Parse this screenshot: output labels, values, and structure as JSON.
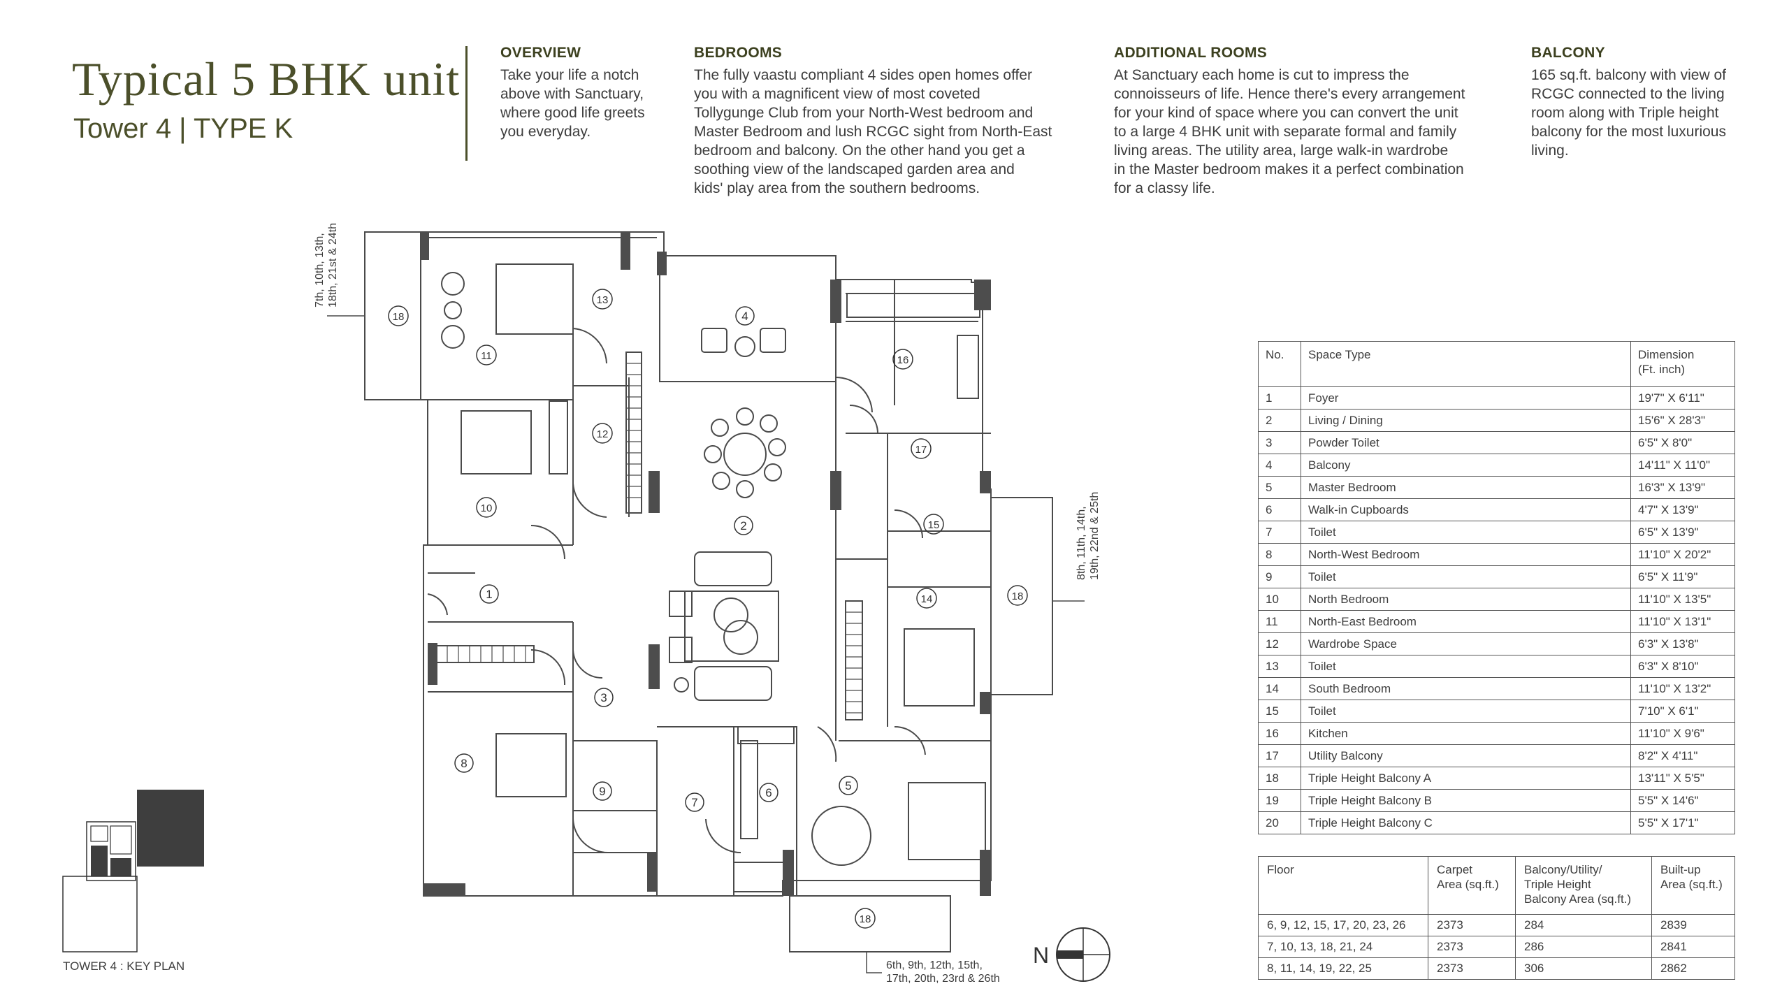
{
  "header": {
    "title": "Typical 5 BHK unit",
    "subtitle": "Tower 4 | TYPE K"
  },
  "sections": {
    "overview": {
      "title": "OVERVIEW",
      "lines": [
        "Take your life a notch",
        "above with Sanctuary,",
        "where good life greets",
        "you everyday."
      ]
    },
    "bedrooms": {
      "title": "BEDROOMS",
      "lines": [
        "The fully vaastu compliant 4 sides open homes offer",
        "you with a magnificent view of most coveted",
        "Tollygunge Club from your North-West bedroom and",
        "Master Bedroom and lush RCGC sight from North-East",
        "bedroom and balcony. On the other hand you get a",
        "soothing view of the landscaped garden area and",
        "kids' play area from the southern bedrooms."
      ]
    },
    "additional": {
      "title": "ADDITIONAL ROOMS",
      "lines": [
        "At Sanctuary each home is cut to impress the",
        "connoisseurs of life. Hence there's every arrangement",
        "for your kind of space where you can convert the unit",
        "to a large 4 BHK unit with separate formal and family",
        "living areas. The utility area, large walk-in wardrobe",
        "in the Master bedroom makes it a perfect combination",
        "for a classy life."
      ]
    },
    "balcony": {
      "title": "BALCONY",
      "lines": [
        "165 sq.ft. balcony with view of",
        "RCGC connected to the living",
        "room along with Triple height",
        "balcony for the most luxurious",
        "living."
      ]
    }
  },
  "floor_notes": {
    "left": [
      "7th, 10th, 13th,",
      "18th, 21st & 24th"
    ],
    "right": [
      "8th, 11th, 14th,",
      "19th, 22nd & 25th"
    ],
    "bottom": [
      "6th, 9th, 12th, 15th,",
      "17th, 20th, 23rd & 26th"
    ]
  },
  "rooms": [
    "1",
    "2",
    "3",
    "4",
    "5",
    "6",
    "7",
    "8",
    "9",
    "10",
    "11",
    "12",
    "13",
    "14",
    "15",
    "16",
    "17",
    "18"
  ],
  "room_labels": {
    "r1": "1",
    "r2": "2",
    "r3": "3",
    "r4": "4",
    "r5": "5",
    "r6": "6",
    "r7": "7",
    "r8": "8",
    "r9": "9",
    "r10": "10",
    "r11": "11",
    "r12": "12",
    "r13": "13",
    "r14": "14",
    "r15": "15",
    "r16": "16",
    "r17": "17",
    "r18a": "18",
    "r18b": "18",
    "r18c": "18"
  },
  "space_table": {
    "headers": {
      "no": "No.",
      "type": "Space Type",
      "dim1": "Dimension",
      "dim2": "(Ft. inch)"
    },
    "rows": [
      {
        "no": "1",
        "type": "Foyer",
        "dim": "19'7\" X 6'11\""
      },
      {
        "no": "2",
        "type": "Living / Dining",
        "dim": "15'6\" X 28'3\""
      },
      {
        "no": "3",
        "type": "Powder Toilet",
        "dim": "6'5\" X 8'0\""
      },
      {
        "no": "4",
        "type": "Balcony",
        "dim": "14'11\" X 11'0\""
      },
      {
        "no": "5",
        "type": "Master Bedroom",
        "dim": "16'3\" X 13'9\""
      },
      {
        "no": "6",
        "type": "Walk-in Cupboards",
        "dim": "4'7\" X 13'9\""
      },
      {
        "no": "7",
        "type": "Toilet",
        "dim": "6'5\" X 13'9\""
      },
      {
        "no": "8",
        "type": "North-West Bedroom",
        "dim": "11'10\" X 20'2\""
      },
      {
        "no": "9",
        "type": "Toilet",
        "dim": "6'5\" X 11'9\""
      },
      {
        "no": "10",
        "type": "North Bedroom",
        "dim": "11'10\" X 13'5\""
      },
      {
        "no": "11",
        "type": "North-East Bedroom",
        "dim": "11'10\" X 13'1\""
      },
      {
        "no": "12",
        "type": "Wardrobe Space",
        "dim": "6'3\" X 13'8\""
      },
      {
        "no": "13",
        "type": "Toilet",
        "dim": "6'3\" X 8'10\""
      },
      {
        "no": "14",
        "type": "South Bedroom",
        "dim": "11'10\" X 13'2\""
      },
      {
        "no": "15",
        "type": "Toilet",
        "dim": "7'10\" X 6'1\""
      },
      {
        "no": "16",
        "type": "Kitchen",
        "dim": "11'10\" X 9'6\""
      },
      {
        "no": "17",
        "type": "Utility Balcony",
        "dim": "8'2\" X 4'11\""
      },
      {
        "no": "18",
        "type": "Triple Height Balcony A",
        "dim": "13'11\" X 5'5\""
      },
      {
        "no": "19",
        "type": "Triple Height Balcony B",
        "dim": "5'5\" X 14'6\""
      },
      {
        "no": "20",
        "type": "Triple Height Balcony C",
        "dim": "5'5\" X 17'1\""
      }
    ]
  },
  "floor_table": {
    "headers": {
      "floor": "Floor",
      "carpet": [
        "Carpet",
        "Area (sq.ft.)"
      ],
      "balcony": [
        "Balcony/Utility/",
        "Triple Height",
        "Balcony Area (sq.ft.)"
      ],
      "builtup": [
        "Built-up",
        "Area (sq.ft.)"
      ]
    },
    "rows": [
      {
        "floor": "6, 9, 12, 15, 17, 20, 23, 26",
        "carpet": "2373",
        "balcony": "284",
        "builtup": "2839"
      },
      {
        "floor": "7, 10, 13, 18, 21, 24",
        "carpet": "2373",
        "balcony": "286",
        "builtup": "2841"
      },
      {
        "floor": "8, 11, 14, 19, 22, 25",
        "carpet": "2373",
        "balcony": "306",
        "builtup": "2862"
      }
    ]
  },
  "key_plan": {
    "label": "TOWER 4 : KEY PLAN"
  },
  "compass": {
    "label": "N"
  }
}
